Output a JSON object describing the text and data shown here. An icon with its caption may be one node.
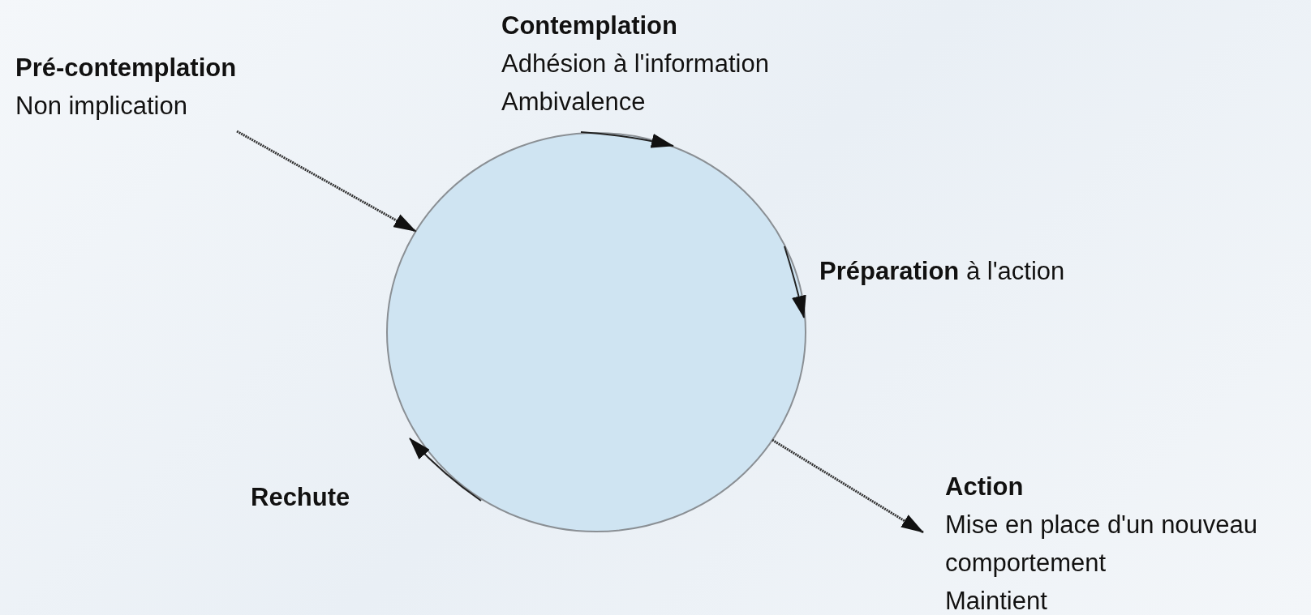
{
  "diagram": {
    "nodes": [
      {
        "text": [
          "Pré-contemplation",
          "Non implication"
        ]
      },
      {
        "text": [
          "Contemplation",
          "Adhésion à l'information",
          "Ambivalence"
        ]
      },
      {
        "text": [],
        "shape": "circle"
      },
      {
        "text": [
          "**Préparation** à l'action"
        ]
      },
      {
        "text": [
          "Rechute"
        ]
      },
      {
        "text": [
          "Action",
          "Mise en place d'un nouveau comportement",
          "Maintient"
        ]
      }
    ],
    "edges": [
      {
        "from": 0,
        "to": 2,
        "arrow": "to",
        "style": "dashed"
      },
      {
        "from": 2,
        "to": 5,
        "arrow": "to",
        "style": "dashed"
      }
    ]
  }
}
